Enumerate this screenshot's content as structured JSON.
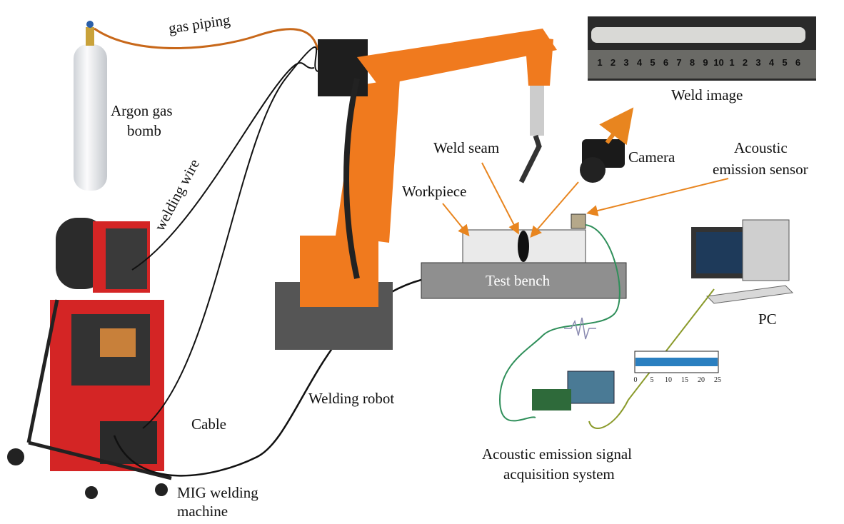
{
  "labels": {
    "gas_piping": "gas piping",
    "argon_line1": "Argon gas",
    "argon_line2": "bomb",
    "welding_wire": "welding wire",
    "weld_image": "Weld image",
    "weld_seam": "Weld seam",
    "camera": "Camera",
    "ae_sensor_line1": "Acoustic",
    "ae_sensor_line2": "emission sensor",
    "workpiece": "Workpiece",
    "test_bench": "Test bench",
    "pc": "PC",
    "welding_robot": "Welding robot",
    "cable": "Cable",
    "acq_line1": "Acoustic emission signal",
    "acq_line2": "acquisition system",
    "mig_line1": "MIG welding",
    "mig_line2": "machine"
  },
  "ruler_numbers": [
    "1",
    "2",
    "3",
    "4",
    "5",
    "6",
    "7",
    "8",
    "9",
    "10",
    "1",
    "2",
    "3",
    "4",
    "5",
    "6"
  ],
  "signal_plot": {
    "x_ticks": [
      "0",
      "5",
      "10",
      "15",
      "20",
      "25"
    ],
    "x_range": [
      0,
      25
    ],
    "color": "#2a7fc0"
  },
  "colors": {
    "robot": "#f07a1e",
    "arrow": "#e8851f",
    "gas_pipe": "#c8681a",
    "machine_red": "#d42525",
    "sensor_cable": "#2f8f5a",
    "pc_cable": "#8a9a2a"
  }
}
